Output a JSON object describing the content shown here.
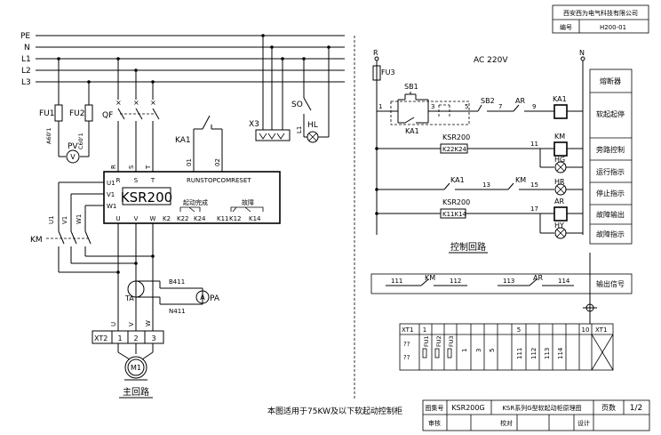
{
  "title_block": {
    "company": "西安西为电气科技有限公司",
    "number_label": "编号",
    "number_value": "H200-01",
    "drawing_no_label": "图集号",
    "drawing_no_value": "KSR200G",
    "drawing_title": "KSR系列G型软起动柜原理图",
    "page_label": "页数",
    "page_value": "1/2",
    "review_label": "审核",
    "proof_label": "校对",
    "design_label": "设计"
  },
  "note": "本图适用于75KW及以下软起动控制柜",
  "main_circuit": {
    "buses": [
      "PE",
      "N",
      "L1",
      "L2",
      "L3"
    ],
    "fuse1": "FU1",
    "fuse2": "FU2",
    "fuse1_rating": "A60'1",
    "fuse2_rating": "C60'1",
    "pv": "PV",
    "pv_circle": "V",
    "qf": "QF",
    "qf_phases": [
      "R",
      "S",
      "T"
    ],
    "x3": "X3",
    "so": "SO",
    "l1_label": "L1",
    "hl": "HL",
    "ka1": "KA1",
    "ctrl_terms": [
      "01",
      "02"
    ],
    "ksr_title": "KSR200",
    "ksr_top_labels": "RUNSTOPCOMRESET",
    "ksr_inputs": [
      "R",
      "S",
      "T"
    ],
    "ksr_bypass": [
      "U1",
      "V1",
      "W1"
    ],
    "ksr_outputs": [
      "U",
      "V",
      "W"
    ],
    "ksr_relays": [
      "K22",
      "K24",
      "K11",
      "K12",
      "K14"
    ],
    "ksr_relay_k2": "K2",
    "ksr_start_done": "起动完成",
    "ksr_fault": "故障",
    "km": "KM",
    "km_phase_labels": [
      "U1",
      "V1",
      "W1"
    ],
    "ta": "TA",
    "pa": "PA",
    "pa_circle": "A",
    "b411": "B411",
    "n411": "N411",
    "xt2": "XT2",
    "xt2_terms": [
      "1",
      "2",
      "3"
    ],
    "motor_phases": [
      "U",
      "V",
      "W"
    ],
    "motor": "M1",
    "caption": "主回路"
  },
  "control_circuit": {
    "top_r": "R",
    "top_n": "N",
    "fu3": "FU3",
    "ac": "AC 220V",
    "sb1": "SB1",
    "sb2": "SB2",
    "ar": "AR",
    "ka1_lower": "KA1",
    "nodes": [
      "1",
      "3",
      "5",
      "7",
      "9",
      "11",
      "13",
      "15",
      "17"
    ],
    "ka1_coil": "KA1",
    "km_coil": "KM",
    "ksr_r1": "KSR200",
    "ksr_r1_contact": "K22K24",
    "ksr_r2": "KSR200",
    "ksr_r2_contact": "K11K14",
    "ka1_contact": "KA1",
    "km_contact": "KM",
    "hg1": "HG",
    "hr": "HR",
    "ar_coil": "AR",
    "hy": "HY",
    "functions": [
      "熔断器",
      "软起起停",
      "旁路控制",
      "运行指示",
      "停止指示",
      "故障输出",
      "故障指示"
    ],
    "caption": "控制回路"
  },
  "output_signal": {
    "nodes": [
      "111",
      "112",
      "113",
      "114"
    ],
    "km": "KM",
    "ar": "AR",
    "label": "输出信号"
  },
  "terminal_block": {
    "xt1": "XT1",
    "xt1_end": "XT1",
    "qmarks": [
      "??",
      "??"
    ],
    "fuses": [
      "FU1",
      "FU2",
      "FU3"
    ],
    "top_numbers": [
      "1",
      "5",
      "10"
    ],
    "bottom": [
      "1",
      "3",
      "5",
      "111",
      "112",
      "113",
      "114"
    ]
  }
}
